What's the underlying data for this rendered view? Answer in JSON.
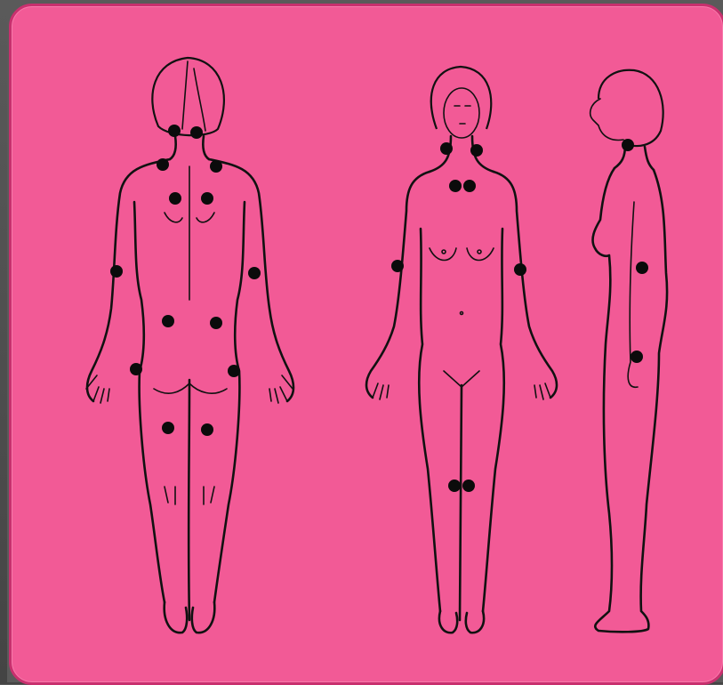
{
  "figure": {
    "background_color": "#f25a96",
    "border_color": "#c8306e",
    "figure_type": "tender-point body map",
    "views": [
      {
        "name": "posterior-view",
        "tender_points": 14
      },
      {
        "name": "anterior-view",
        "tender_points": 8
      },
      {
        "name": "lateral-view",
        "tender_points": 3
      }
    ]
  }
}
